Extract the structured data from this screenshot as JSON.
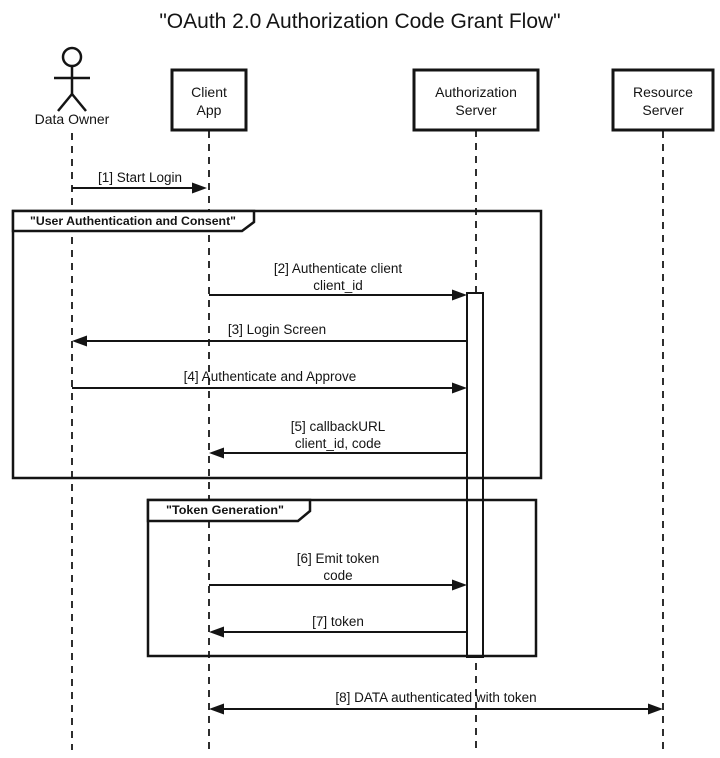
{
  "diagram": {
    "type": "uml-sequence-diagram",
    "title": "\"OAuth 2.0 Authorization Code Grant Flow\"",
    "colors": {
      "line": "#141414",
      "background": "#ffffff",
      "lifeline": "#2e2e2e"
    },
    "participants": [
      {
        "name": "Data Owner",
        "kind": "actor",
        "label": "Data Owner"
      },
      {
        "name": "Client App",
        "kind": "box",
        "line1": "Client",
        "line2": "App"
      },
      {
        "name": "Authorization Server",
        "kind": "box",
        "line1": "Authorization",
        "line2": "Server"
      },
      {
        "name": "Resource Server",
        "kind": "box",
        "line1": "Resource",
        "line2": "Server"
      }
    ],
    "frames": [
      {
        "label": "\"User Authentication and Consent\"",
        "contains": "messages 2-5"
      },
      {
        "label": "\"Token Generation\"",
        "contains": "messages 6-7"
      }
    ],
    "activation": {
      "on": "Authorization Server",
      "spans": "messages 2-7"
    },
    "messages": [
      {
        "seq": "1",
        "from": "Data Owner",
        "to": "Client App",
        "direction": "right",
        "lines": [
          "[1] Start Login"
        ]
      },
      {
        "seq": "2",
        "from": "Client App",
        "to": "Authorization Server",
        "direction": "right",
        "lines": [
          "[2] Authenticate client",
          "client_id"
        ]
      },
      {
        "seq": "3",
        "from": "Authorization Server",
        "to": "Data Owner",
        "direction": "left",
        "lines": [
          "[3] Login Screen"
        ]
      },
      {
        "seq": "4",
        "from": "Data Owner",
        "to": "Authorization Server",
        "direction": "right",
        "lines": [
          "[4] Authenticate and Approve"
        ]
      },
      {
        "seq": "5",
        "from": "Authorization Server",
        "to": "Client App",
        "direction": "left",
        "lines": [
          "[5] callbackURL",
          "client_id, code"
        ]
      },
      {
        "seq": "6",
        "from": "Client App",
        "to": "Authorization Server",
        "direction": "right",
        "lines": [
          "[6] Emit token",
          "code"
        ]
      },
      {
        "seq": "7",
        "from": "Authorization Server",
        "to": "Client App",
        "direction": "left",
        "lines": [
          "[7] token"
        ]
      },
      {
        "seq": "8",
        "from": "Client App",
        "to": "Resource Server",
        "direction": "both",
        "lines": [
          "[8] DATA authenticated with token"
        ]
      }
    ]
  }
}
